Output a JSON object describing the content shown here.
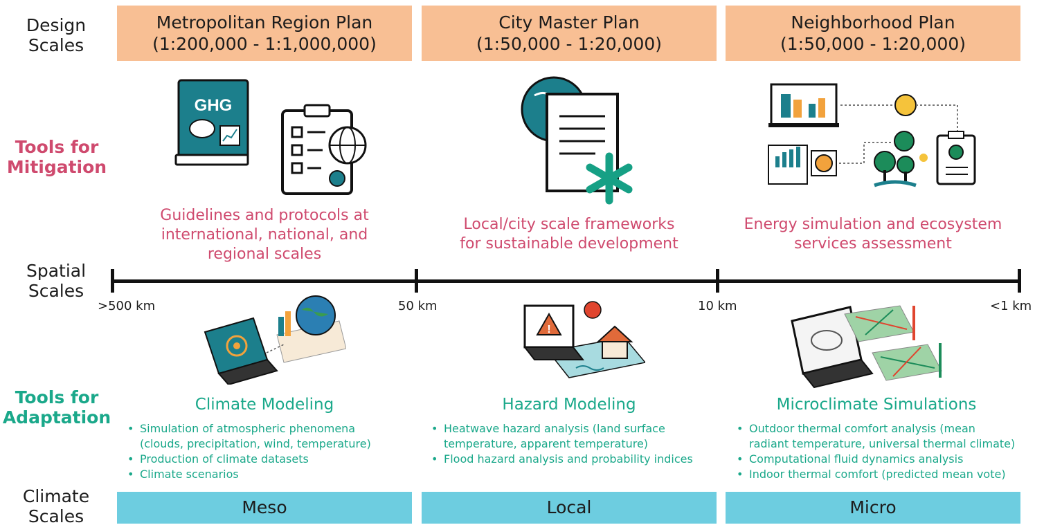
{
  "row_labels": {
    "design": "Design\nScales",
    "mitigation": "Tools for\nMitigation",
    "spatial": "Spatial\nScales",
    "adaptation": "Tools for\nAdaptation",
    "climate": "Climate\nScales"
  },
  "design_scales": [
    {
      "name": "Metropolitan Region Plan",
      "range": "(1:200,000 - 1:1,000,000)"
    },
    {
      "name": "City Master Plan",
      "range": "(1:50,000 - 1:20,000)"
    },
    {
      "name": "Neighborhood Plan",
      "range": "(1:50,000 - 1:20,000)"
    }
  ],
  "mitigation": [
    {
      "icon": "ghg-book-icon",
      "icon_text": "GHG",
      "text": "Guidelines and protocols at\ninternational, national, and\nregional scales"
    },
    {
      "icon": "globe-document-icon",
      "text": "Local/city scale frameworks\nfor sustainable development"
    },
    {
      "icon": "energy-ecosystem-icon",
      "text": "Energy simulation and ecosystem\nservices assessment"
    }
  ],
  "spatial_ticks": [
    ">500 km",
    "50 km",
    "10 km",
    "<1 km"
  ],
  "adaptation": [
    {
      "icon": "climate-laptop-icon",
      "title": "Climate Modeling",
      "bullets": [
        "Simulation of atmospheric phenomena\n(clouds, precipitation, wind, temperature)",
        "Production of climate datasets",
        "Climate scenarios"
      ]
    },
    {
      "icon": "hazard-laptop-icon",
      "title": "Hazard Modeling",
      "bullets": [
        "Heatwave hazard analysis (land surface\ntemperature, apparent temperature)",
        "Flood hazard analysis and probability indices"
      ]
    },
    {
      "icon": "microclimate-laptop-icon",
      "title": "Microclimate Simulations",
      "bullets": [
        "Outdoor thermal comfort analysis (mean\nradiant temperature, universal thermal climate)",
        "Computational fluid dynamics analysis",
        "Indoor thermal comfort (predicted mean vote)"
      ]
    }
  ],
  "climate_scales": [
    "Meso",
    "Local",
    "Micro"
  ],
  "colors": {
    "design_box": "#f8bf94",
    "climate_box": "#6dcde0",
    "mitigation_text": "#cf4a6e",
    "adaptation_text": "#1aa88a",
    "icon_teal": "#1c7f8c"
  }
}
